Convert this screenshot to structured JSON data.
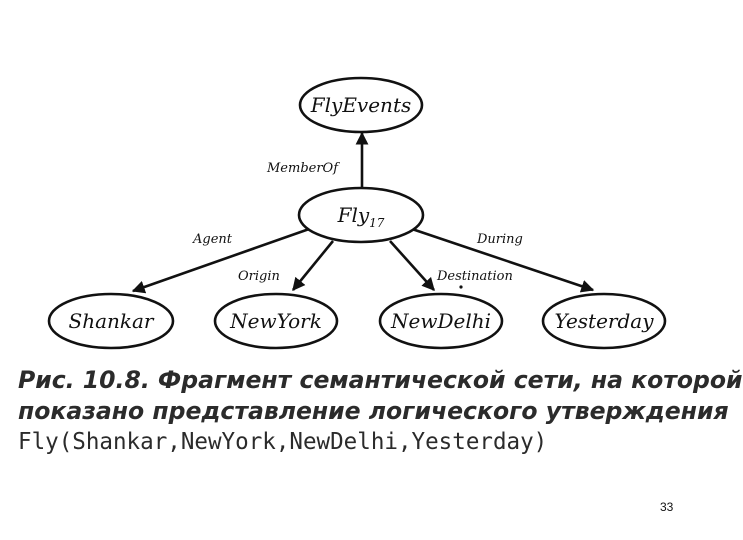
{
  "diagram": {
    "nodes": {
      "flyevents": "FlyEvents",
      "fly_main": "Fly",
      "fly_sub": "17",
      "shankar": "Shankar",
      "newyork": "NewYork",
      "newdelhi": "NewDelhi",
      "yesterday": "Yesterday"
    },
    "edges": {
      "memberof": "MemberOf",
      "agent": "Agent",
      "origin": "Origin",
      "destination": "Destination",
      "during": "During"
    }
  },
  "caption": {
    "line1": "Рис. 10.8. Фрагмент семантической сети, на которой",
    "line2": "показано представление логического утверждения",
    "line3": "Fly(Shankar,NewYork,NewDelhi,Yesterday)"
  },
  "page_number": "33"
}
